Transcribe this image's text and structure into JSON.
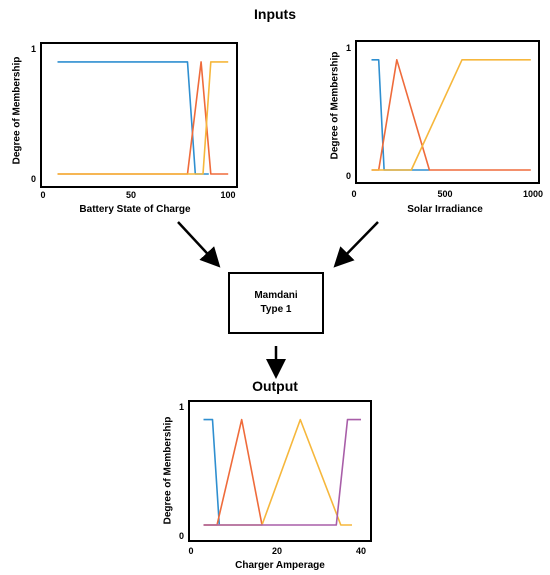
{
  "headings": {
    "inputs": "Inputs",
    "output": "Output"
  },
  "system": {
    "line1": "Mamdani",
    "line2": "Type 1"
  },
  "colors": {
    "blue": "#2f8fd0",
    "orange": "#ef6b3b",
    "yellow": "#f6b73c",
    "purple": "#a85ea8"
  },
  "chart_data": [
    {
      "type": "line",
      "xlabel": "Battery State of Charge",
      "ylabel": "Degree of Membership",
      "xlim": [
        0,
        100
      ],
      "ylim": [
        0,
        1
      ],
      "xticks": [
        "0",
        "50",
        "100"
      ],
      "xtick_values": [
        0,
        50,
        100
      ],
      "yticks": [
        "0",
        "1"
      ],
      "ytick_values": [
        0,
        1
      ],
      "series": [
        {
          "color": "#2f8fd0",
          "x": [
            8,
            75,
            79,
            86
          ],
          "y": [
            0.95,
            0.95,
            0,
            0
          ]
        },
        {
          "color": "#ef6b3b",
          "x": [
            8,
            75,
            82,
            87,
            96
          ],
          "y": [
            0,
            0,
            0.95,
            0,
            0
          ]
        },
        {
          "color": "#f6b73c",
          "x": [
            8,
            83,
            87,
            96
          ],
          "y": [
            0,
            0,
            0.95,
            0.95
          ]
        }
      ]
    },
    {
      "type": "line",
      "xlabel": "Solar Irradiance",
      "ylabel": "Degree of Membership",
      "xlim": [
        0,
        1000
      ],
      "ylim": [
        0,
        1
      ],
      "xticks": [
        "0",
        "500",
        "1000"
      ],
      "xtick_values": [
        0,
        500,
        1000
      ],
      "yticks": [
        "0",
        "1"
      ],
      "ytick_values": [
        0,
        1
      ],
      "series": [
        {
          "color": "#2f8fd0",
          "x": [
            80,
            120,
            150,
            400
          ],
          "y": [
            0.95,
            0.95,
            0,
            0
          ]
        },
        {
          "color": "#ef6b3b",
          "x": [
            80,
            120,
            220,
            400,
            960
          ],
          "y": [
            0,
            0,
            0.95,
            0,
            0
          ]
        },
        {
          "color": "#f6b73c",
          "x": [
            80,
            300,
            580,
            960
          ],
          "y": [
            0,
            0,
            0.95,
            0.95
          ]
        }
      ]
    },
    {
      "type": "line",
      "xlabel": "Charger Amperage",
      "ylabel": "Degree of Membership",
      "xlim": [
        0,
        40
      ],
      "ylim": [
        0,
        1
      ],
      "xticks": [
        "0",
        "20",
        "40"
      ],
      "xtick_values": [
        0,
        20,
        40
      ],
      "yticks": [
        "0",
        "1"
      ],
      "ytick_values": [
        0,
        1
      ],
      "series": [
        {
          "color": "#2f8fd0",
          "x": [
            3,
            5,
            6.5
          ],
          "y": [
            0.95,
            0.95,
            0
          ]
        },
        {
          "color": "#ef6b3b",
          "x": [
            3,
            6,
            11.5,
            16
          ],
          "y": [
            0,
            0,
            0.95,
            0
          ]
        },
        {
          "color": "#f6b73c",
          "x": [
            3,
            16,
            24.5,
            33.5,
            36
          ],
          "y": [
            0,
            0,
            0.95,
            0,
            0
          ]
        },
        {
          "color": "#a85ea8",
          "x": [
            3,
            32.5,
            35,
            38
          ],
          "y": [
            0,
            0,
            0.95,
            0.95
          ]
        }
      ]
    }
  ]
}
